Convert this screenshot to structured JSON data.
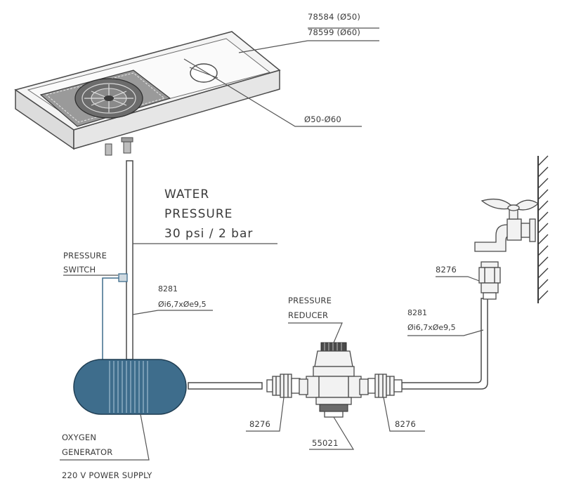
{
  "labels": {
    "top_code_1": "78584 (Ø50)",
    "top_code_2": "78599 (Ø60)",
    "drain_dia": "Ø50-Ø60",
    "water_title_1": "WATER",
    "water_title_2": "PRESSURE",
    "water_value": "30 psi / 2 bar",
    "pressure_switch_1": "PRESSURE",
    "pressure_switch_2": "SWITCH",
    "hose_left_code": "8281",
    "hose_left_dims": "Øi6,7xØe9,5",
    "hose_right_code": "8281",
    "hose_right_dims": "Øi6,7xØe9,5",
    "reducer_1": "PRESSURE",
    "reducer_2": "REDUCER",
    "fitting_tap": "8276",
    "fitting_left": "8276",
    "fitting_right": "8276",
    "reducer_code": "55021",
    "generator_1": "OXYGEN",
    "generator_2": "GENERATOR",
    "power_supply": "220 V POWER SUPPLY"
  },
  "colors": {
    "line": "#4a4a4a",
    "generator_fill": "#3e6d8c",
    "generator_stroke": "#1f3d52",
    "wire": "#3e6d8c"
  },
  "icons": {
    "basin": "sink-basin-icon",
    "tap": "water-tap-icon",
    "wall": "wall-hatch-icon"
  }
}
